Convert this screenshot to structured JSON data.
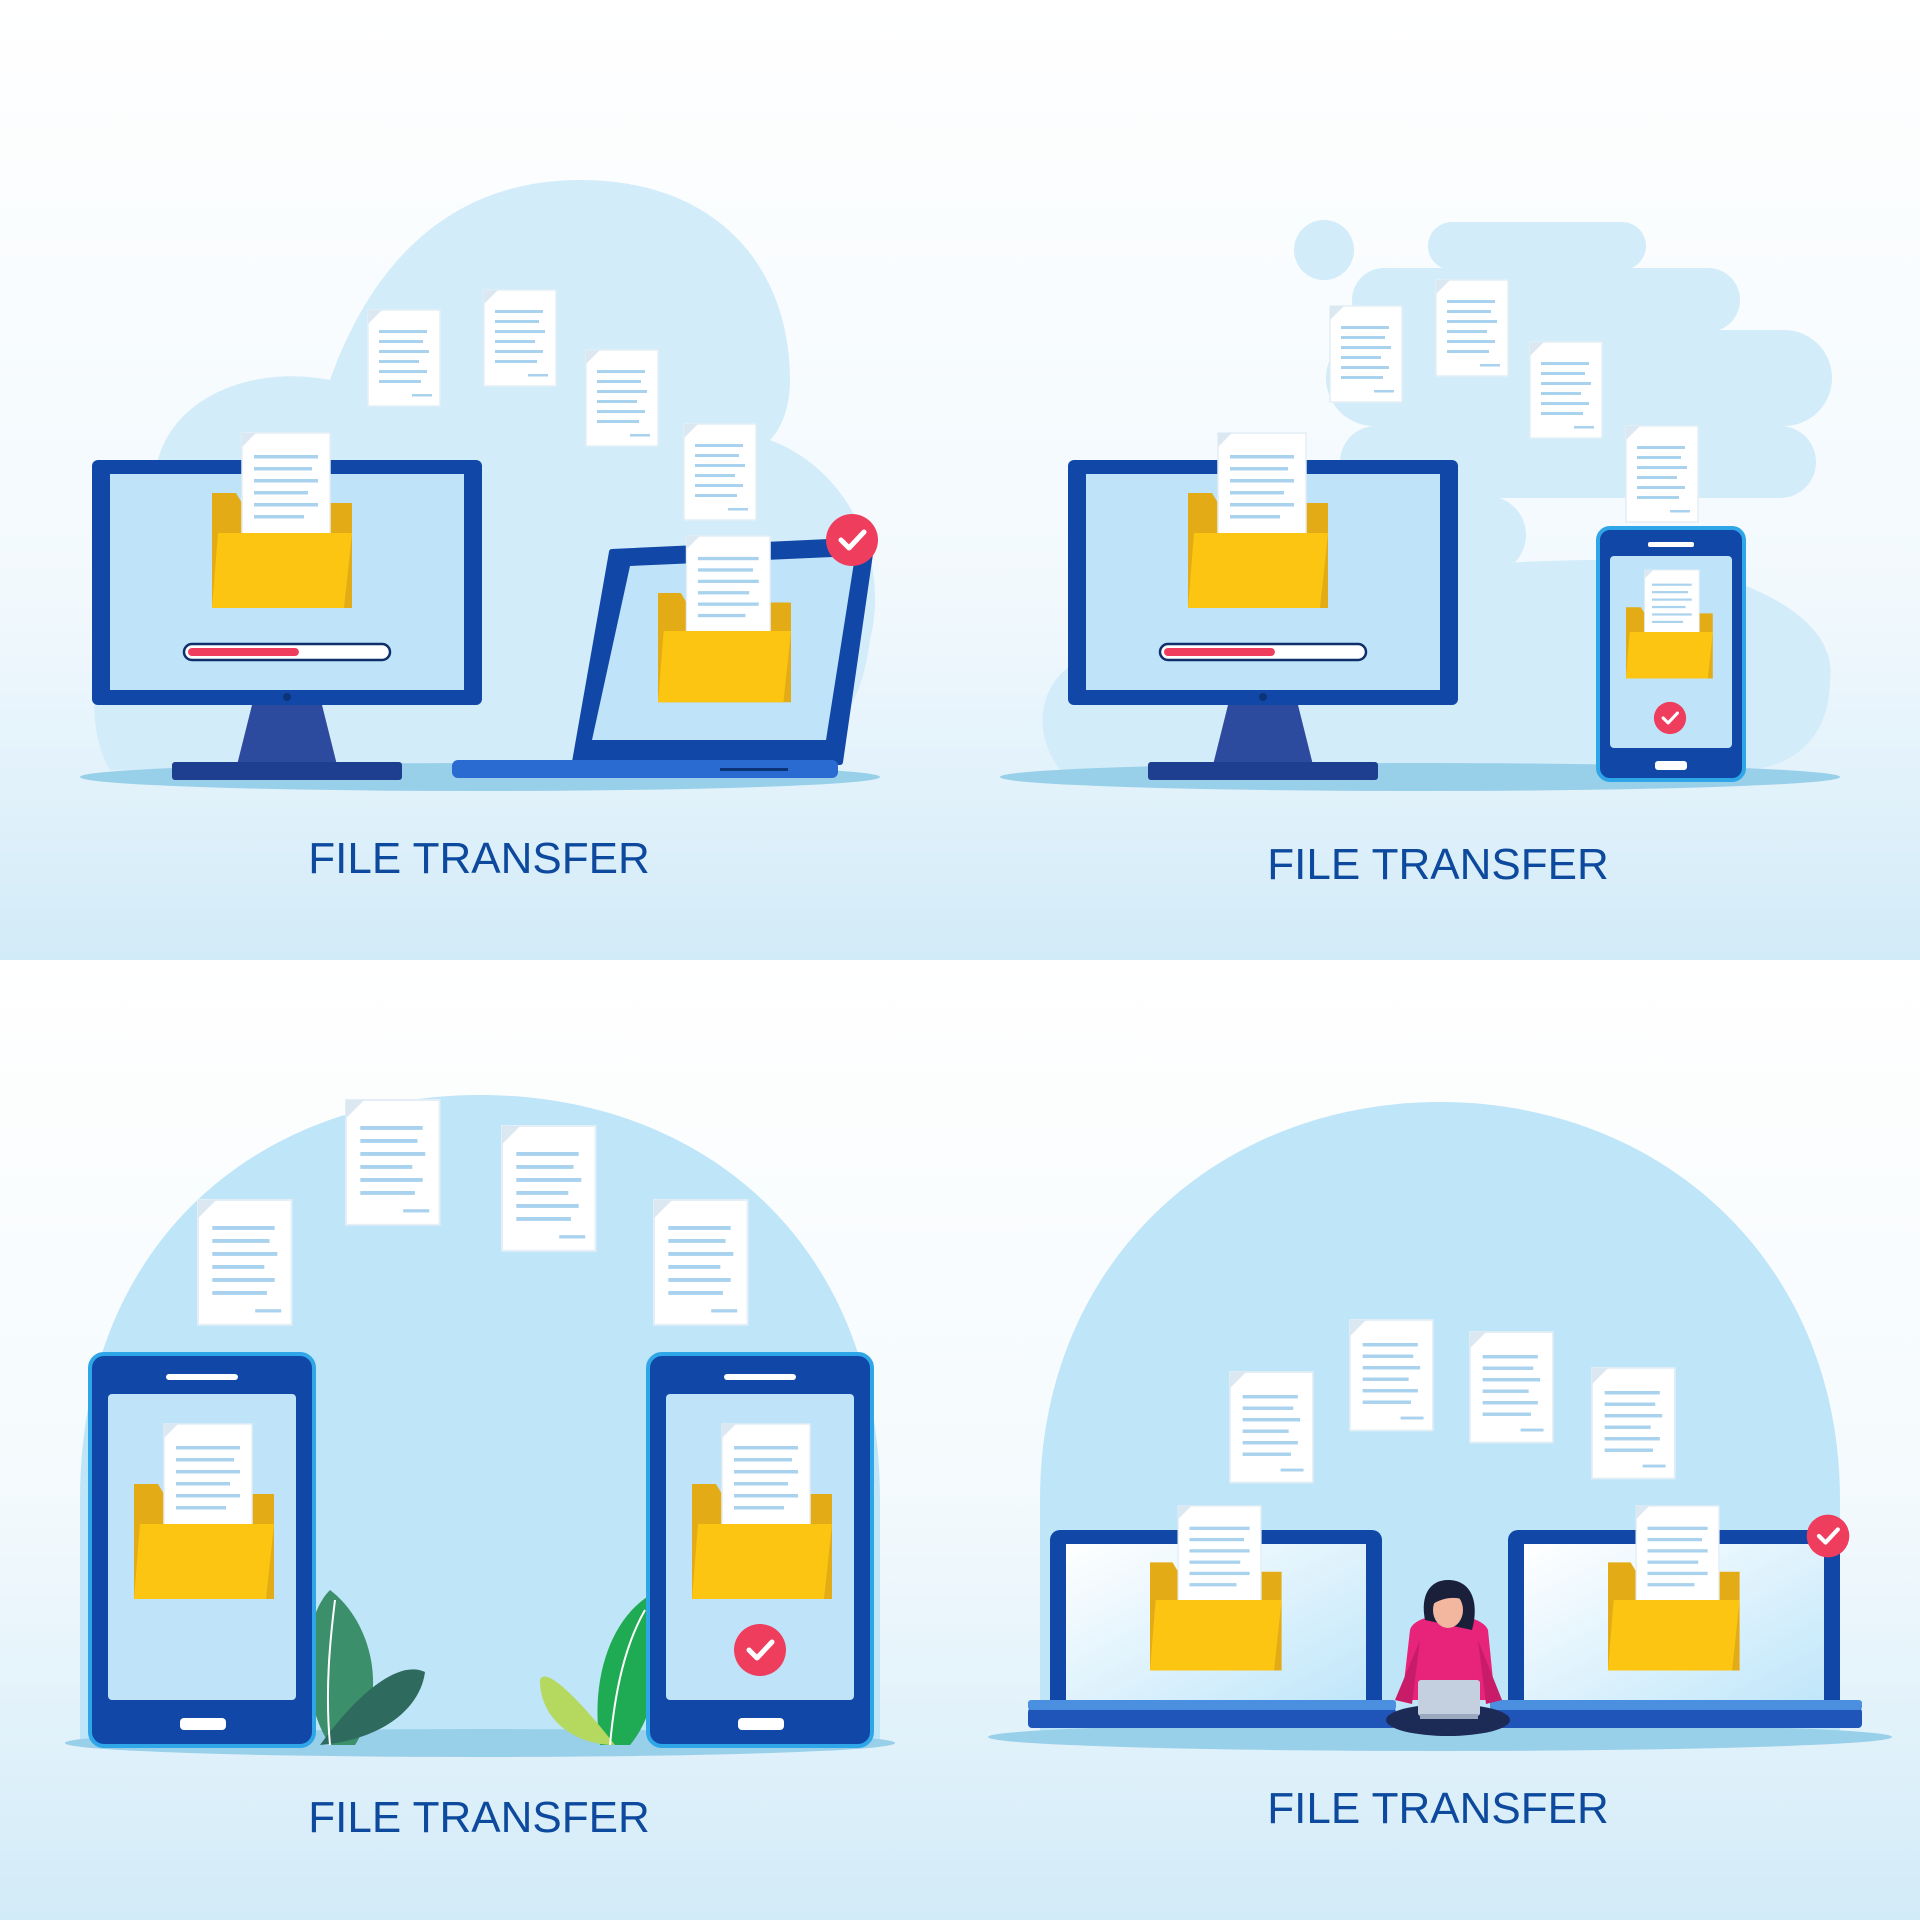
{
  "panels": [
    {
      "id": "monitor-to-laptop",
      "caption": "FILE TRANSFER",
      "progress": 0.56
    },
    {
      "id": "monitor-to-phone",
      "caption": "FILE TRANSFER",
      "progress": 0.56
    },
    {
      "id": "phone-to-phone",
      "caption": "FILE TRANSFER"
    },
    {
      "id": "laptop-to-laptop",
      "caption": "FILE TRANSFER"
    }
  ],
  "icons": [
    "document-icon",
    "folder-icon",
    "checkmark-icon",
    "leaf-icon",
    "person-icon"
  ],
  "colors": {
    "caption": "#0d4a9e",
    "device_frame": "#0d47a1",
    "screen": "#bfe3f8",
    "folder": "#fbc511",
    "folder_back": "#e3ac17",
    "check": "#ef3d5e",
    "blob": "#d3ecf9",
    "floor": "#98cfe9"
  }
}
